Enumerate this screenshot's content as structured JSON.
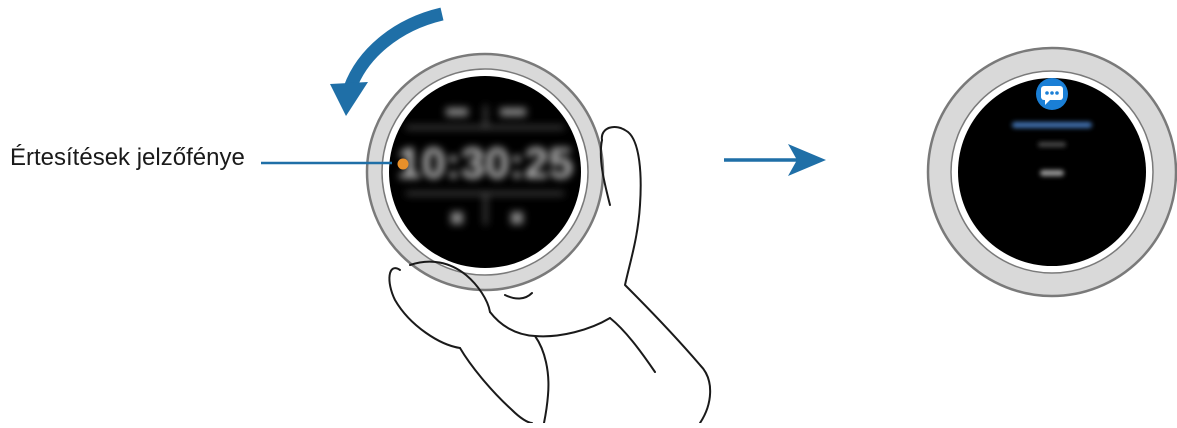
{
  "callout": {
    "label": "Értesítések jelzőfénye",
    "indicator_color": "#e8902a"
  },
  "colors": {
    "arrow_blue": "#1f6fa7",
    "bezel_outer": "#8a8a8a",
    "bezel_fill": "#d9d9d9",
    "screen": "#000000",
    "notification_icon": "#1a7fd6"
  },
  "left_watch": {
    "screen": "blurred watch face with digital clock"
  },
  "right_watch": {
    "screen": "blurred notification detail",
    "icon": "message-icon"
  },
  "gesture": "rotate bezel counterclockwise"
}
